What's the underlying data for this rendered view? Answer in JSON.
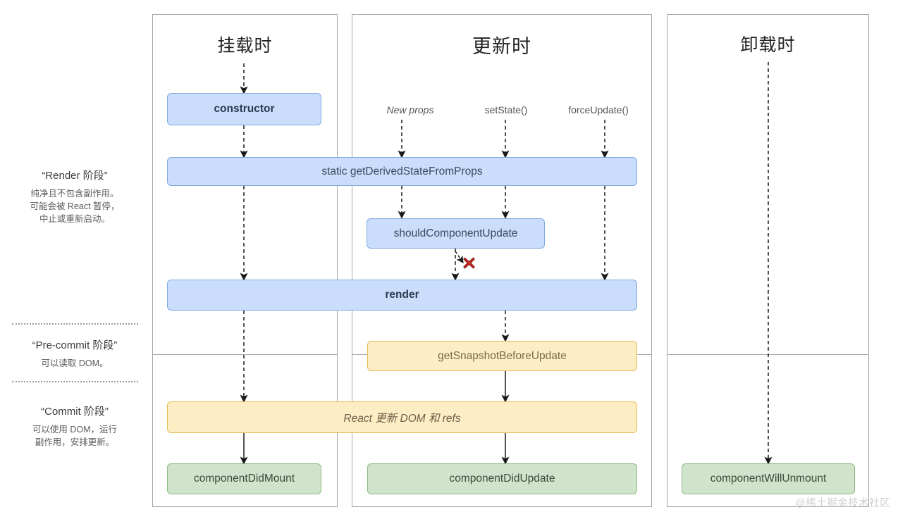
{
  "diagram": {
    "title_mount": "挂载时",
    "title_update": "更新时",
    "title_unmount": "卸载时",
    "watermark": "@稀土掘金技术社区"
  },
  "phases": [
    {
      "name": "render-phase",
      "title": "“Render 阶段”",
      "desc_line1": "纯净且不包含副作用。",
      "desc_line2": "可能会被 React 暂停，",
      "desc_line3": "中止或重新启动。"
    },
    {
      "name": "pre-commit-phase",
      "title": "“Pre-commit 阶段”",
      "desc_line1": "可以读取 DOM。",
      "desc_line2": "",
      "desc_line3": ""
    },
    {
      "name": "commit-phase",
      "title": "“Commit 阶段”",
      "desc_line1": "可以使用 DOM，运行",
      "desc_line2": "副作用，安排更新。",
      "desc_line3": ""
    }
  ],
  "triggers": {
    "new_props": "New props",
    "set_state": "setState()",
    "force_update": "forceUpdate()"
  },
  "boxes": {
    "constructor": "constructor",
    "get_derived_state_from_props": "static getDerivedStateFromProps",
    "should_component_update": "shouldComponentUpdate",
    "render": "render",
    "get_snapshot_before_update": "getSnapshotBeforeUpdate",
    "react_updates_dom": "React 更新 DOM 和 refs",
    "component_did_mount": "componentDidMount",
    "component_did_update": "componentDidUpdate",
    "component_will_unmount": "componentWillUnmount"
  },
  "icons": {
    "skip_render": "red-cross-icon"
  },
  "colors": {
    "blue_fill": "#cadefb",
    "blue_stroke": "#7fa8e0",
    "yellow_fill": "#fdedc4",
    "yellow_stroke": "#e3bc55",
    "green_fill": "#cfe4cb",
    "green_stroke": "#8cbb84",
    "panel_bg": "#f5f5f5",
    "panel_stroke": "#a6a6a6",
    "cross_red": "#cc2a22"
  }
}
